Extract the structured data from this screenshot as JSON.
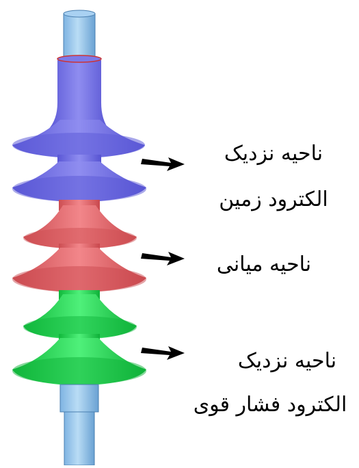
{
  "diagram": {
    "regions": [
      {
        "id": "ground",
        "color": "#6b68e0",
        "label_lines": [
          "ناحیه نزدیک",
          "الکترود زمین"
        ]
      },
      {
        "id": "middle",
        "color": "#e35f63",
        "label_lines": [
          "ناحیه میانی"
        ]
      },
      {
        "id": "high_voltage",
        "color": "#1bd44a",
        "label_lines": [
          "ناحیه نزدیک",
          "الکترود فشار قوی"
        ]
      }
    ],
    "electrode_color": "#9cc7ec"
  }
}
